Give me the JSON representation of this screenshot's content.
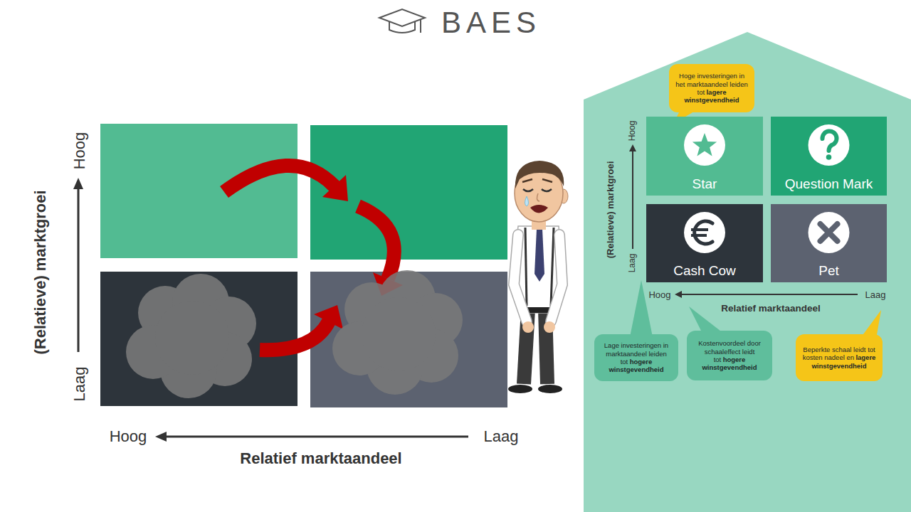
{
  "diagram": {
    "nodes": [
      {
        "text": [
          "Hoge investeringen in het marktaandeel leiden tot",
          "lagere winstgevendheid"
        ]
      },
      {
        "text": [
          "Star"
        ]
      },
      {
        "text": [
          "Question Mark"
        ]
      },
      {
        "text": [
          "Cash Cow"
        ]
      },
      {
        "text": [
          "Pet"
        ]
      },
      {
        "text": [
          "Lage investeringen in marktaandeel leiden tot",
          "hogere winstgevendheid"
        ]
      },
      {
        "text": [
          "Kostenvoordeel door schaaleffect leidt tot",
          "hogere winstgevendheid"
        ]
      },
      {
        "text": [
          "Beperkte schaal leidt tot kosten nadeel en",
          "lagere winstgevendheid"
        ]
      }
    ],
    "labels": [
      "BAES",
      "(Relatieve) marktgroei",
      "Hoog",
      "Laag",
      "Hoog",
      "Laag",
      "Relatief marktaandeel",
      "(Relatieve) marktgroei",
      "Hoog",
      "Laag",
      "Hoog",
      "Laag",
      "Relatief marktaandeel"
    ]
  }
}
